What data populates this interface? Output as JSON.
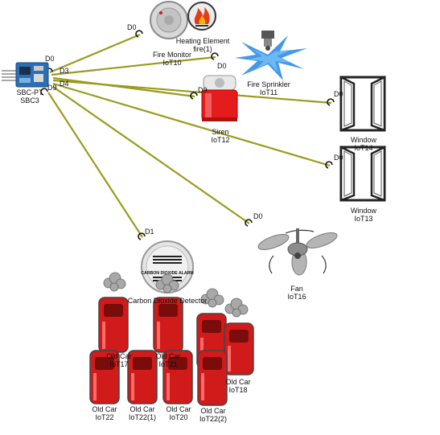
{
  "colors": {
    "link": "#9c9a1e",
    "background": "#ffffff",
    "car_red": "#d11a1a",
    "sbc_blue": "#2a6fb5"
  },
  "devices": {
    "sbc": {
      "name": "SBC-PT",
      "id": "SBC3",
      "icon": "sbc-board-icon"
    },
    "fire_monitor": {
      "name": "Fire Monitor",
      "id": "IoT10",
      "icon": "fire-monitor-icon"
    },
    "heating_element": {
      "name": "Heating Element",
      "id": "fire(1)",
      "icon": "fire-icon"
    },
    "fire_sprinkler": {
      "name": "Fire Sprinkler",
      "id": "IoT11",
      "icon": "sprinkler-icon"
    },
    "siren": {
      "name": "Siren",
      "id": "IoT12",
      "icon": "siren-icon"
    },
    "window_14": {
      "name": "Window",
      "id": "IoT14",
      "icon": "window-icon"
    },
    "window_13": {
      "name": "Window",
      "id": "IoT13",
      "icon": "window-icon"
    },
    "fan": {
      "name": "Fan",
      "id": "IoT16",
      "icon": "fan-icon"
    },
    "co_detector": {
      "name": "Carbon Dioxide Detector",
      "face_text": "CARBON DIOXIDE ALARM",
      "icon": "co-detector-icon"
    },
    "car_17": {
      "name": "Old Car",
      "id": "IoT17",
      "icon": "car-icon"
    },
    "car_21": {
      "name": "Old Car",
      "id": "IoT21",
      "icon": "car-icon"
    },
    "car_18": {
      "name": "Old Car",
      "id": "IoT18",
      "icon": "car-icon"
    },
    "car_22": {
      "name": "Old Car",
      "id": "IoT22",
      "icon": "car-icon"
    },
    "car_22_1": {
      "name": "Old Car",
      "id": "IoT22(1)",
      "icon": "car-icon"
    },
    "car_20": {
      "name": "Old Car",
      "id": "IoT20",
      "icon": "car-icon"
    },
    "car_22_2": {
      "name": "Old Car",
      "id": "IoT22(2)",
      "icon": "car-icon"
    }
  },
  "ports": {
    "sbc_d0": "D0",
    "sbc_d3": "D3",
    "sbc_d4": "D4",
    "sbc_d9": "D9",
    "fire_monitor_d0": "D0",
    "sprinkler_d0": "D0",
    "siren_d0": "D0",
    "window14_d0": "D0",
    "window13_d0": "D0",
    "fan_d0": "D0",
    "co_d1": "D1"
  }
}
